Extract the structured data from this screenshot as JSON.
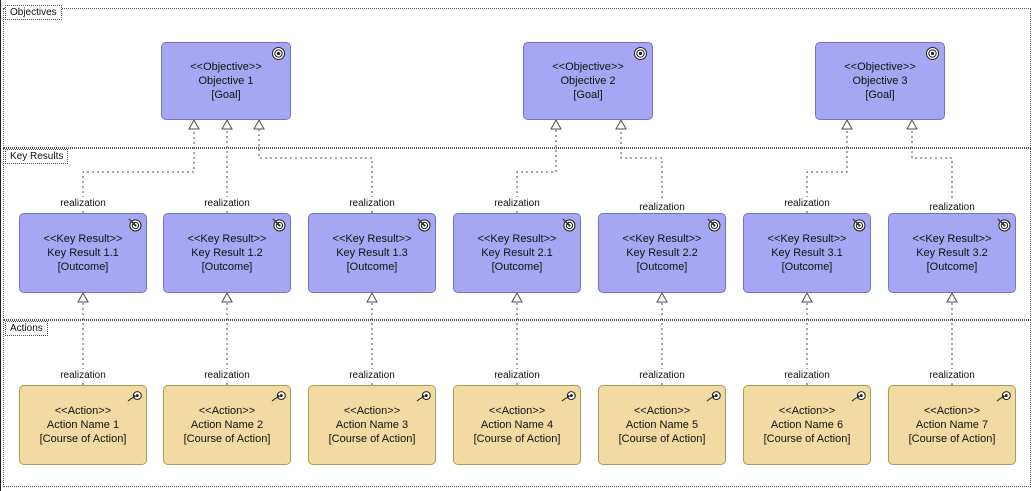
{
  "lanes": [
    {
      "label": "Objectives"
    },
    {
      "label": "Key Results"
    },
    {
      "label": "Actions"
    }
  ],
  "relation_label": "realization",
  "objectives": [
    {
      "stereotype": "<<Objective>>",
      "name": "Objective 1",
      "type": "[Goal]"
    },
    {
      "stereotype": "<<Objective>>",
      "name": "Objective 2",
      "type": "[Goal]"
    },
    {
      "stereotype": "<<Objective>>",
      "name": "Objective 3",
      "type": "[Goal]"
    }
  ],
  "key_results": [
    {
      "stereotype": "<<Key Result>>",
      "name": "Key Result 1.1",
      "type": "[Outcome]"
    },
    {
      "stereotype": "<<Key Result>>",
      "name": "Key Result 1.2",
      "type": "[Outcome]"
    },
    {
      "stereotype": "<<Key Result>>",
      "name": "Key Result 1.3",
      "type": "[Outcome]"
    },
    {
      "stereotype": "<<Key Result>>",
      "name": "Key Result 2.1",
      "type": "[Outcome]"
    },
    {
      "stereotype": "<<Key Result>>",
      "name": "Key Result 2.2",
      "type": "[Outcome]"
    },
    {
      "stereotype": "<<Key Result>>",
      "name": "Key Result 3.1",
      "type": "[Outcome]"
    },
    {
      "stereotype": "<<Key Result>>",
      "name": "Key Result 3.2",
      "type": "[Outcome]"
    }
  ],
  "actions": [
    {
      "stereotype": "<<Action>>",
      "name": "Action Name 1",
      "type": "[Course of Action]"
    },
    {
      "stereotype": "<<Action>>",
      "name": "Action Name 2",
      "type": "[Course of Action]"
    },
    {
      "stereotype": "<<Action>>",
      "name": "Action Name 3",
      "type": "[Course of Action]"
    },
    {
      "stereotype": "<<Action>>",
      "name": "Action Name 4",
      "type": "[Course of Action]"
    },
    {
      "stereotype": "<<Action>>",
      "name": "Action Name 5",
      "type": "[Course of Action]"
    },
    {
      "stereotype": "<<Action>>",
      "name": "Action Name 6",
      "type": "[Course of Action]"
    },
    {
      "stereotype": "<<Action>>",
      "name": "Action Name 7",
      "type": "[Course of Action]"
    }
  ],
  "colors": {
    "objective_fill": "#a5a7f3",
    "objective_border": "#7173c8",
    "action_fill": "#f2dba3",
    "action_border": "#a89a5e",
    "line": "#4d4d4d"
  }
}
